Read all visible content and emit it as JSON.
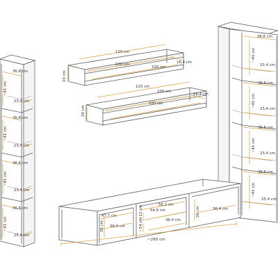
{
  "colors": {
    "outline": "#5a5a5a",
    "dimension_line": "#e0a24a",
    "label_text": "#333333",
    "background": "#ffffff"
  },
  "labels": {
    "left_cabinet": {
      "shelf_width_1": "36,6 cm",
      "height_1": "~41 cm",
      "depth_1": "23,4 cm",
      "shelf_width_2": "36,6 cm",
      "height_2": "~41 cm",
      "depth_2": "23,4 cm",
      "shelf_width_3": "36,6 cm",
      "height_3": "~41 cm",
      "depth_3": "23,4 cm",
      "shelf_width_4": "36,6 cm",
      "height_4": "~41 cm",
      "depth_4": "25,4 cm"
    },
    "shelf_top": {
      "width_outer": "120 cm",
      "width_inner": "100 cm",
      "width_front": "100 cm",
      "depth": "18,4 cm",
      "height": "20 cm"
    },
    "shelf_bottom": {
      "width_outer": "120 cm",
      "width_inner": "100 cm",
      "width_front": "100 cm",
      "depth": "18,4 cm",
      "height": "20 cm"
    },
    "right_cabinet": {
      "shelf_width_1": "36,6 cm",
      "height_1": "~41 cm",
      "depth_1": "23,4 cm",
      "shelf_width_2": "36,6 cm",
      "height_2": "~41 cm",
      "depth_2": "23,4 cm",
      "shelf_width_3": "36,6 cm",
      "height_3": "~41 cm",
      "depth_3": "23,4 cm",
      "shelf_width_4": "36,6 cm",
      "height_4": "~41 cm",
      "depth_4": "25,4 cm"
    },
    "tv_stand": {
      "width_left": "47,7 cm",
      "height_left": "26 cm",
      "depth_left": "36,4 cm",
      "width_mid_top": "56,2 cm",
      "height_mid_top": "~12 cm",
      "width_mid": "54,9 cm",
      "height_mid_bottom": "~14 cm",
      "depth_mid": "36,4 cm",
      "height_right": "26 cm",
      "depth_right": "36,4 cm",
      "total_width": "~260 cm"
    }
  }
}
